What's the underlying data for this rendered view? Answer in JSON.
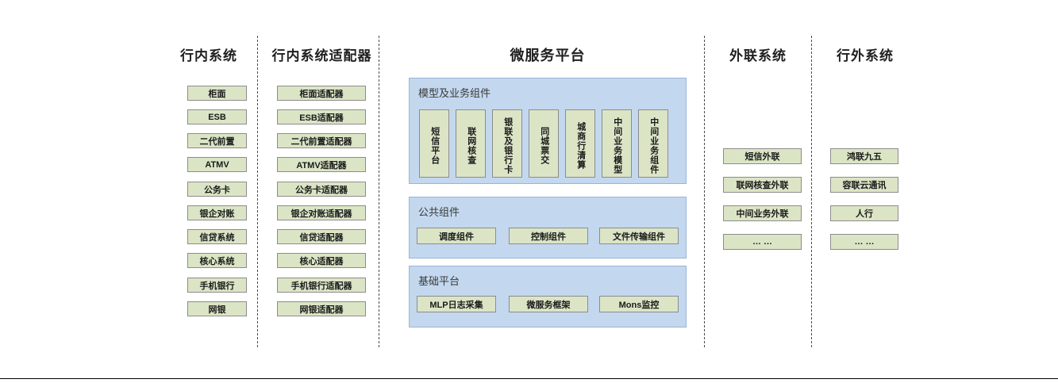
{
  "columns": [
    {
      "title": "行内系统",
      "items": [
        "柜面",
        "ESB",
        "二代前置",
        "ATMV",
        "公务卡",
        "银企对账",
        "信贷系统",
        "核心系统",
        "手机银行",
        "网银"
      ]
    },
    {
      "title": "行内系统适配器",
      "items": [
        "柜面适配器",
        "ESB适配器",
        "二代前置适配器",
        "ATMV适配器",
        "公务卡适配器",
        "银企对账适配器",
        "信贷适配器",
        "核心适配器",
        "手机银行适配器",
        "网银适配器"
      ]
    },
    {
      "title": "外联系统",
      "items": [
        "短信外联",
        "联网核查外联",
        "中间业务外联",
        "… …"
      ]
    },
    {
      "title": "行外系统",
      "items": [
        "鸿联九五",
        "容联云通讯",
        "人行",
        "… …"
      ]
    }
  ],
  "platform": {
    "title": "微服务平台",
    "groups": [
      {
        "title": "模型及业务组件",
        "orientation": "vertical",
        "items": [
          "短信平台",
          "联网核查",
          "银联及银行卡",
          "同城票交",
          "城商行清算",
          "中间业务模型",
          "中间业务组件"
        ]
      },
      {
        "title": "公共组件",
        "orientation": "horizontal",
        "items": [
          "调度组件",
          "控制组件",
          "文件传输组件"
        ]
      },
      {
        "title": "基础平台",
        "orientation": "horizontal",
        "items": [
          "MLP日志采集",
          "微服务框架",
          "Mons监控"
        ]
      }
    ]
  },
  "colors": {
    "node_fill": "#dbe5c6",
    "node_border": "#8c8c8c",
    "panel_fill": "#c3d8ef",
    "panel_border": "#9ab4d4",
    "divider": "#4a4a4a",
    "text": "#1a1a1a"
  }
}
